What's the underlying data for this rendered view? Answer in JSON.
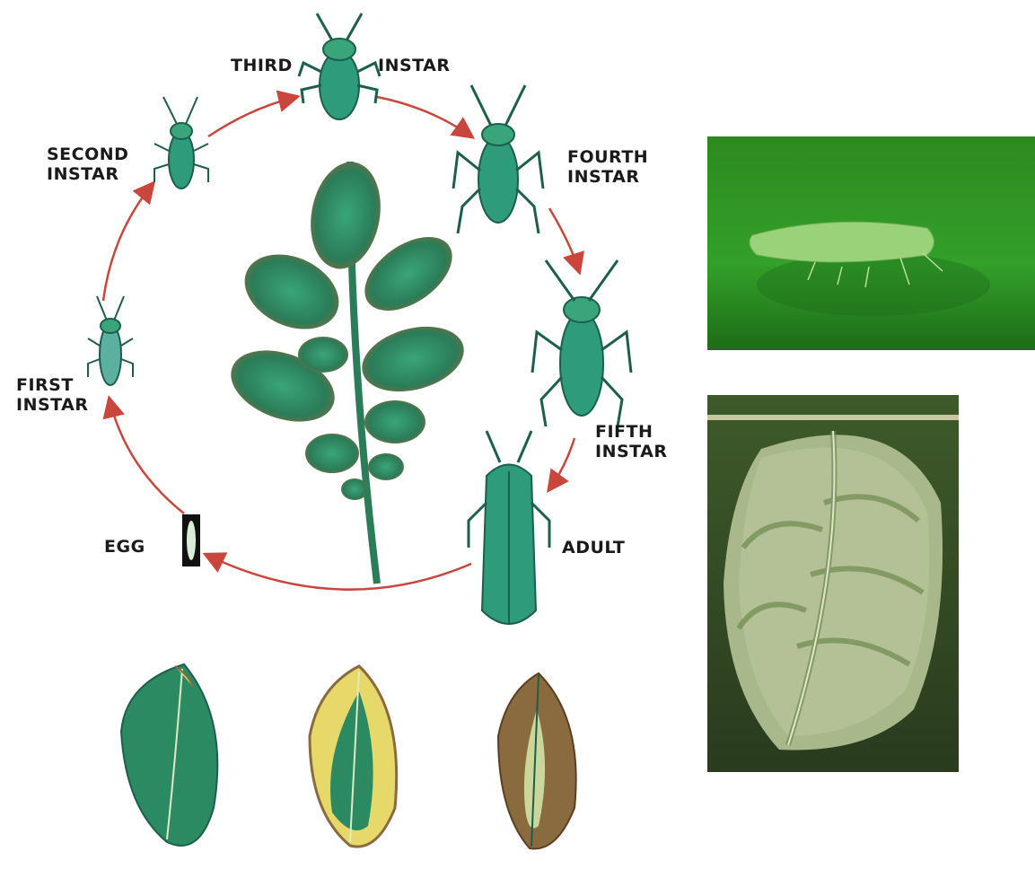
{
  "labels": {
    "third": "THIRD",
    "instar_top": "INSTAR",
    "second": "SECOND\nINSTAR",
    "fourth": "FOURTH\nINSTAR",
    "first": "FIRST\nINSTAR",
    "fifth": "FIFTH\nINSTAR",
    "egg": "EGG",
    "adult": "ADULT"
  },
  "colors": {
    "arrow": "#c9463d",
    "insect": "#2e9b7a",
    "insect_dark": "#1d5e4c",
    "leaf_green": "#2c8a62",
    "leaf_brown": "#8a6a3f",
    "leaf_yellow": "#e7d86a",
    "photo_bg": "#2f8f2a",
    "photo_leaf": "#7e9a6a"
  },
  "icons": [
    "insect-icon",
    "leaf-icon",
    "egg-icon",
    "arrow-icon"
  ]
}
